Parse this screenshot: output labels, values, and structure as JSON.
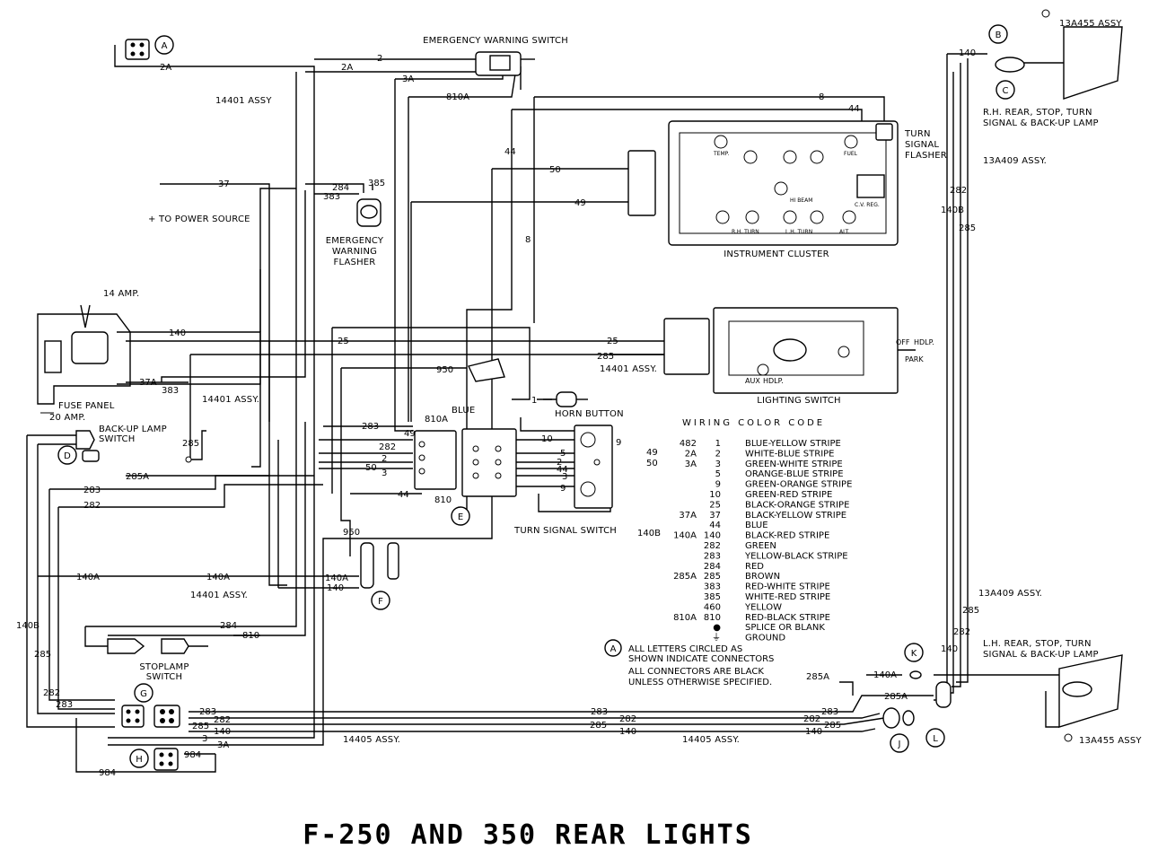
{
  "title": "F-250 AND 350 REAR LIGHTS",
  "components": {
    "emergency_warning_switch": "EMERGENCY WARNING SWITCH",
    "emergency_warning_flasher": [
      "EMERGENCY",
      "WARNING",
      "FLASHER"
    ],
    "power_source": "+ TO POWER SOURCE",
    "fuse_panel": "FUSE PANEL",
    "amp14": "14 AMP.",
    "amp20": "20 AMP.",
    "backup_lamp_switch": [
      "BACK-UP LAMP",
      "SWITCH"
    ],
    "instrument_cluster": "INSTRUMENT CLUSTER",
    "turn_signal_flasher": [
      "TURN",
      "SIGNAL",
      "FLASHER"
    ],
    "lighting_switch": "LIGHTING SWITCH",
    "horn_button": "HORN BUTTON",
    "turn_signal_switch": "TURN SIGNAL SWITCH",
    "stoplamp_switch": [
      "STOPLAMP",
      "SWITCH"
    ],
    "rh_rear_lamp": [
      "R.H. REAR, STOP, TURN",
      "SIGNAL & BACK-UP LAMP"
    ],
    "lh_rear_lamp": [
      "L.H. REAR, STOP, TURN",
      "SIGNAL & BACK-UP LAMP"
    ],
    "blue": "BLUE",
    "cluster_labels": [
      "TEMP.",
      "R.H. TURN",
      "L.H. TURN",
      "ALT.",
      "HI BEAM",
      "FUEL",
      "C.V. REG."
    ],
    "lighting_labels": [
      "OFF",
      "HDLP.",
      "PARK",
      "AUX",
      "HDLP."
    ]
  },
  "assy_labels": [
    "14401 ASSY",
    "14401 ASSY.",
    "14401 ASSY.",
    "14401 ASSY.",
    "14405 ASSY.",
    "14405 ASSY.",
    "13A409 ASSY.",
    "13A409 ASSY.",
    "13A455 ASSY",
    "13A455 ASSY"
  ],
  "connectors": [
    "A",
    "B",
    "C",
    "D",
    "E",
    "F",
    "G",
    "H",
    "J",
    "K",
    "L"
  ],
  "wire_labels": [
    "2",
    "2A",
    "2A",
    "3A",
    "810A",
    "8",
    "44",
    "44",
    "50",
    "49",
    "8",
    "37",
    "284",
    "383",
    "385",
    "140",
    "25",
    "25",
    "285",
    "37A",
    "383",
    "950",
    "283",
    "810A",
    "49",
    "282",
    "2",
    "50",
    "3",
    "44",
    "810",
    "10",
    "5",
    "2",
    "44",
    "3",
    "9",
    "9",
    "1",
    "285",
    "285A",
    "283",
    "282",
    "950",
    "140A",
    "140A",
    "140A",
    "140",
    "284",
    "810",
    "140B",
    "285",
    "282",
    "283",
    "283",
    "285",
    "282",
    "140",
    "3",
    "3A",
    "984",
    "984",
    "283",
    "282",
    "285",
    "140",
    "283",
    "282",
    "285",
    "140",
    "285A",
    "140A",
    "285A",
    "140",
    "282",
    "285",
    "285",
    "282",
    "140",
    "140B"
  ],
  "color_code": {
    "heading": "WIRING COLOR CODE",
    "rows": [
      {
        "alt": "482",
        "num": "1",
        "color": "BLUE-YELLOW STRIPE"
      },
      {
        "alt": "2A",
        "num": "2",
        "color": "WHITE-BLUE STRIPE"
      },
      {
        "alt": "3A",
        "num": "3",
        "color": "GREEN-WHITE STRIPE"
      },
      {
        "alt": "",
        "num": "5",
        "color": "ORANGE-BLUE STRIPE"
      },
      {
        "alt": "",
        "num": "9",
        "color": "GREEN-ORANGE STRIPE"
      },
      {
        "alt": "",
        "num": "10",
        "color": "GREEN-RED STRIPE"
      },
      {
        "alt": "",
        "num": "25",
        "color": "BLACK-ORANGE STRIPE"
      },
      {
        "alt": "37A",
        "num": "37",
        "color": "BLACK-YELLOW STRIPE"
      },
      {
        "alt": "",
        "num": "44",
        "color": "BLUE"
      },
      {
        "alt": "140A",
        "num": "140",
        "color": "BLACK-RED STRIPE"
      },
      {
        "alt": "",
        "num": "282",
        "color": "GREEN"
      },
      {
        "alt": "",
        "num": "283",
        "color": "YELLOW-BLACK STRIPE"
      },
      {
        "alt": "",
        "num": "284",
        "color": "RED"
      },
      {
        "alt": "285A",
        "num": "285",
        "color": "BROWN"
      },
      {
        "alt": "",
        "num": "383",
        "color": "RED-WHITE STRIPE"
      },
      {
        "alt": "",
        "num": "385",
        "color": "WHITE-RED STRIPE"
      },
      {
        "alt": "",
        "num": "460",
        "color": "YELLOW"
      },
      {
        "alt": "810A",
        "num": "810",
        "color": "RED-BLACK STRIPE"
      },
      {
        "alt": "",
        "num": "●",
        "color": "SPLICE OR BLANK"
      },
      {
        "alt": "",
        "num": "⏚",
        "color": "GROUND"
      }
    ],
    "side_numbers": [
      "49",
      "50",
      "140B"
    ]
  },
  "notes": [
    "ALL LETTERS CIRCLED AS",
    "SHOWN INDICATE CONNECTORS",
    "ALL CONNECTORS ARE BLACK",
    "UNLESS OTHERWISE SPECIFIED."
  ]
}
